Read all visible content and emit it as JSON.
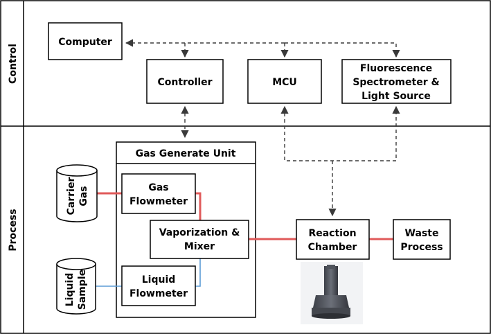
{
  "sections": {
    "control": "Control",
    "process": "Process"
  },
  "boxes": {
    "computer": "Computer",
    "controller": "Controller",
    "mcu": "MCU",
    "fluorescence": [
      "Fluorescence",
      "Spectrometer &",
      "Light Source"
    ],
    "gas_unit_title": "Gas Generate Unit",
    "gas_flowmeter": [
      "Gas",
      "Flowmeter"
    ],
    "vaporization": [
      "Vaporization &",
      "Mixer"
    ],
    "liquid_flowmeter": [
      "Liquid",
      "Flowmeter"
    ],
    "reaction_chamber": [
      "Reaction",
      "Chamber"
    ],
    "waste_process": [
      "Waste",
      "Process"
    ]
  },
  "cylinders": {
    "carrier_gas": [
      "Carrier",
      "Gas"
    ],
    "liquid_sample": [
      "Liquid",
      "Sample"
    ]
  },
  "colors": {
    "gas_line": "#e05a5a",
    "liquid_line": "#5b9bd5",
    "signal_line": "#3a3a3a"
  }
}
